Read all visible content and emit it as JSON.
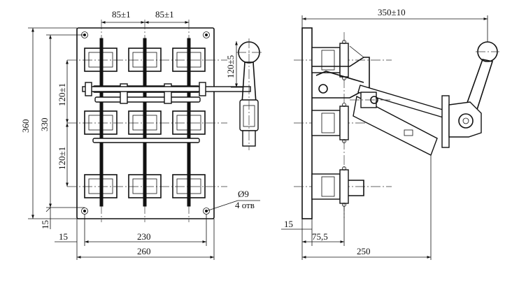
{
  "front_view": {
    "dim_top_left": "85±1",
    "dim_top_right": "85±1",
    "dim_handle": "120±5",
    "dim_upper": "120±1",
    "dim_lower": "120±1",
    "dim_height_total": "360",
    "dim_height_holes": "330",
    "dim_corner": "15",
    "dim_width_holes": "230",
    "dim_width_total": "260",
    "dim_offset": "15",
    "hole_dia": "Ø9",
    "hole_count": "4 отв"
  },
  "side_view": {
    "dim_depth_total": "350±10",
    "dim_plate": "15",
    "dim_mid": "75,5",
    "dim_depth": "250"
  }
}
